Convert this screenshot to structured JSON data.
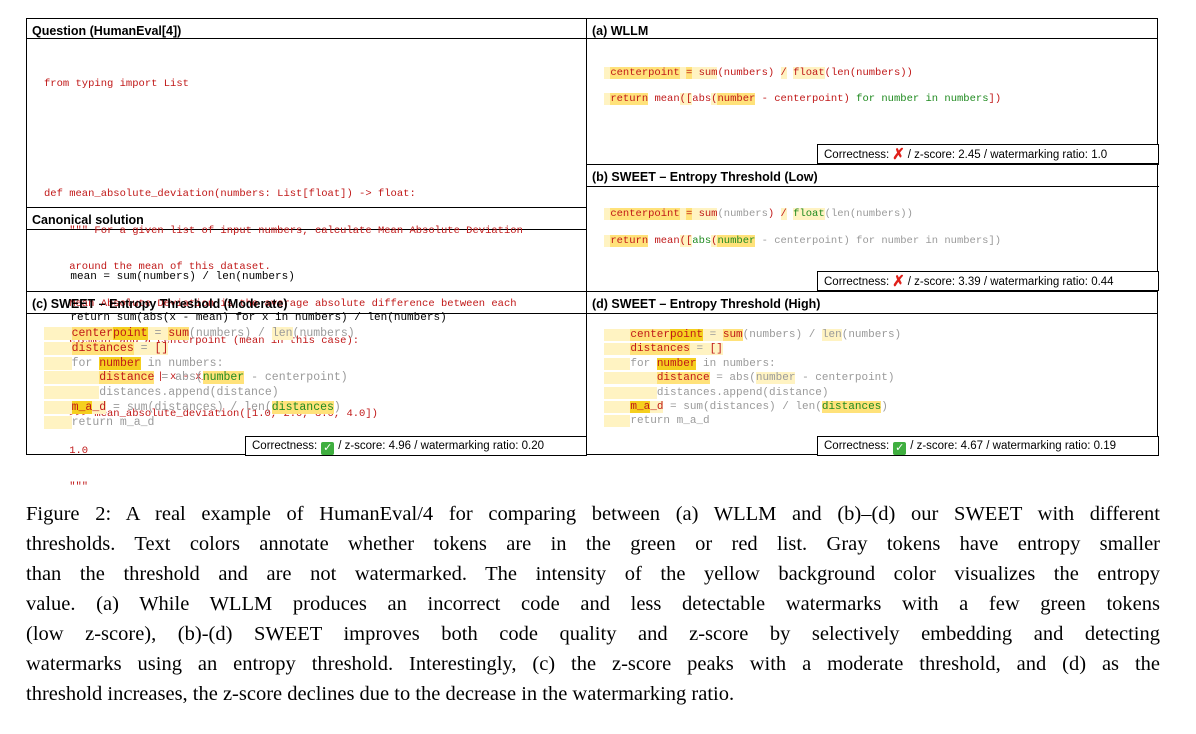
{
  "panels": {
    "question": {
      "title": "Question (HumanEval[4])",
      "lines": [
        "from typing import List",
        "",
        "",
        "def mean_absolute_deviation(numbers: List[float]) -> float:",
        "    \"\"\" For a given list of input numbers, calculate Mean Absolute Deviation",
        "    around the mean of this dataset.",
        "    Mean Absolute Deviation is the average absolute difference between each",
        "    element and a centerpoint (mean in this case):",
        "    MAD = average | x - x_mean |",
        "    >>> mean_absolute_deviation([1.0, 2.0, 3.0, 4.0])",
        "    1.0",
        "    \"\"\""
      ]
    },
    "canonical": {
      "title": "Canonical solution",
      "lines": [
        "    mean = sum(numbers) / len(numbers)",
        "    return sum(abs(x - mean) for x in numbers) / len(numbers)"
      ]
    },
    "wllm": {
      "title": "(a) WLLM",
      "status": {
        "correctness_label": "Correctness:",
        "correct": false,
        "metrics": "/ z-score: 2.45 / watermarking ratio: 1.0"
      }
    },
    "low": {
      "title": "(b) SWEET – Entropy Threshold (Low)",
      "status": {
        "correctness_label": "Correctness:",
        "correct": false,
        "metrics": "/ z-score: 3.39 / watermarking ratio: 0.44"
      }
    },
    "moderate": {
      "title": "(c) SWEET – Entropy Threshold (Moderate)",
      "status": {
        "correctness_label": "Correctness:",
        "correct": true,
        "metrics": "/ z-score: 4.96 / watermarking ratio: 0.20"
      }
    },
    "high": {
      "title": "(d) SWEET – Entropy Threshold (High)",
      "status": {
        "correctness_label": "Correctness:",
        "correct": true,
        "metrics": "/ z-score: 4.67 / watermarking ratio: 0.19"
      }
    }
  },
  "colors": {
    "red_token": "#c01818",
    "green_token": "#1f8a1f",
    "gray_token": "#9a9a9a",
    "entropy_highlight": "#f5cf1f",
    "cross": "#e0201a",
    "check": "#3fae3f"
  },
  "caption": {
    "lines": [
      "Figure 2: A real example of HumanEval/4 for comparing between (a) WLLM and (b)–(d) our SWEET with different",
      "thresholds. Text colors annotate whether tokens are in the green or red list. Gray tokens have entropy smaller",
      "than the threshold and are not watermarked. The intensity of the yellow background color visualizes the entropy",
      "value. (a) While WLLM produces an incorrect code and less detectable watermarks with a few green tokens",
      "(low z-score), (b)-(d) SWEET improves both code quality and z-score by selectively embedding and detecting",
      "watermarks using an entropy threshold. Interestingly, (c) the z-score peaks with a moderate threshold, and (d) as the",
      "threshold increases, the z-score declines due to the decrease in the watermarking ratio."
    ]
  }
}
